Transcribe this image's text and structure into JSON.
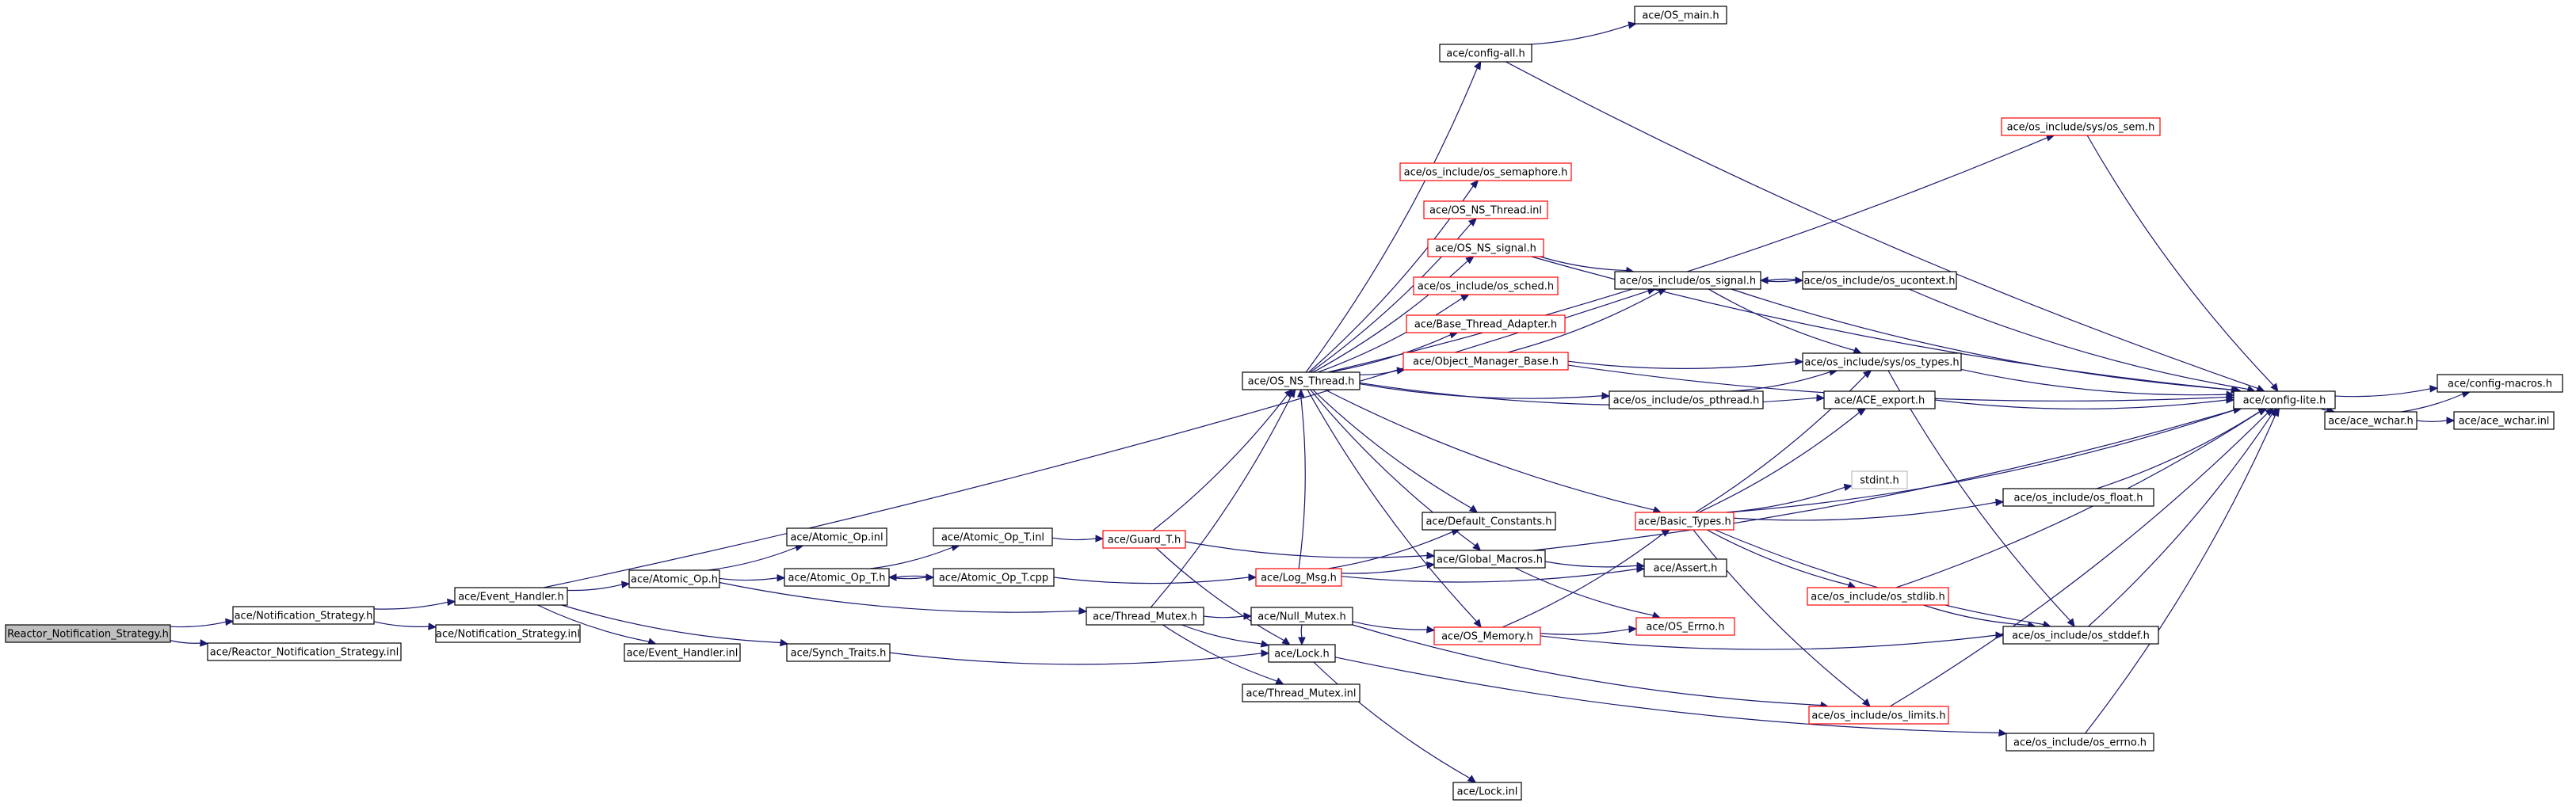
{
  "diagram": {
    "colors": {
      "edge": "#191970",
      "node_border_default": "#000000",
      "node_border_truncated": "#ff0000",
      "node_border_external": "#bfbfbf",
      "root_fill": "#bfbfbf",
      "background": "#ffffff"
    },
    "nodes": [
      {
        "id": "root",
        "label": "Reactor_Notification_Strategy.h",
        "style": "root"
      },
      {
        "id": "notif_strat_h",
        "label": "ace/Notification_Strategy.h",
        "style": "normal"
      },
      {
        "id": "reactor_notif_inl",
        "label": "ace/Reactor_Notification_Strategy.inl",
        "style": "normal"
      },
      {
        "id": "event_handler_h",
        "label": "ace/Event_Handler.h",
        "style": "normal"
      },
      {
        "id": "notif_strat_inl",
        "label": "ace/Notification_Strategy.inl",
        "style": "normal"
      },
      {
        "id": "atomic_op_h",
        "label": "ace/Atomic_Op.h",
        "style": "normal"
      },
      {
        "id": "event_handler_inl",
        "label": "ace/Event_Handler.inl",
        "style": "normal"
      },
      {
        "id": "synch_traits_h",
        "label": "ace/Synch_Traits.h",
        "style": "normal"
      },
      {
        "id": "atomic_op_inl",
        "label": "ace/Atomic_Op.inl",
        "style": "normal"
      },
      {
        "id": "atomic_op_t_h",
        "label": "ace/Atomic_Op_T.h",
        "style": "normal"
      },
      {
        "id": "atomic_op_t_inl",
        "label": "ace/Atomic_Op_T.inl",
        "style": "normal"
      },
      {
        "id": "atomic_op_t_cpp",
        "label": "ace/Atomic_Op_T.cpp",
        "style": "normal"
      },
      {
        "id": "guard_t_h",
        "label": "ace/Guard_T.h",
        "style": "red"
      },
      {
        "id": "log_msg_h",
        "label": "ace/Log_Msg.h",
        "style": "red"
      },
      {
        "id": "thread_mutex_h",
        "label": "ace/Thread_Mutex.h",
        "style": "normal"
      },
      {
        "id": "null_mutex_h",
        "label": "ace/Null_Mutex.h",
        "style": "normal"
      },
      {
        "id": "lock_h",
        "label": "ace/Lock.h",
        "style": "normal"
      },
      {
        "id": "thread_mutex_inl",
        "label": "ace/Thread_Mutex.inl",
        "style": "normal"
      },
      {
        "id": "lock_inl",
        "label": "ace/Lock.inl",
        "style": "normal"
      },
      {
        "id": "os_ns_thread_h",
        "label": "ace/OS_NS_Thread.h",
        "style": "normal"
      },
      {
        "id": "config_all_h",
        "label": "ace/config-all.h",
        "style": "normal"
      },
      {
        "id": "os_main_h",
        "label": "ace/OS_main.h",
        "style": "normal"
      },
      {
        "id": "os_semaphore_h",
        "label": "ace/os_include/os_semaphore.h",
        "style": "red"
      },
      {
        "id": "os_ns_thread_inl",
        "label": "ace/OS_NS_Thread.inl",
        "style": "red"
      },
      {
        "id": "os_ns_signal_h",
        "label": "ace/OS_NS_signal.h",
        "style": "red"
      },
      {
        "id": "os_sched_h",
        "label": "ace/os_include/os_sched.h",
        "style": "red"
      },
      {
        "id": "base_thread_adapter_h",
        "label": "ace/Base_Thread_Adapter.h",
        "style": "red"
      },
      {
        "id": "object_manager_base_h",
        "label": "ace/Object_Manager_Base.h",
        "style": "red"
      },
      {
        "id": "default_constants_h",
        "label": "ace/Default_Constants.h",
        "style": "normal"
      },
      {
        "id": "global_macros_h",
        "label": "ace/Global_Macros.h",
        "style": "normal"
      },
      {
        "id": "os_memory_h",
        "label": "ace/OS_Memory.h",
        "style": "red"
      },
      {
        "id": "os_sys_sem_h",
        "label": "ace/os_include/sys/os_sem.h",
        "style": "red"
      },
      {
        "id": "os_signal_h",
        "label": "ace/os_include/os_signal.h",
        "style": "normal"
      },
      {
        "id": "os_ucontext_h",
        "label": "ace/os_include/os_ucontext.h",
        "style": "normal"
      },
      {
        "id": "os_sys_types_h",
        "label": "ace/os_include/sys/os_types.h",
        "style": "normal"
      },
      {
        "id": "os_pthread_h",
        "label": "ace/os_include/os_pthread.h",
        "style": "normal"
      },
      {
        "id": "ace_export_h",
        "label": "ace/ACE_export.h",
        "style": "normal"
      },
      {
        "id": "stdint_h",
        "label": "stdint.h",
        "style": "grey"
      },
      {
        "id": "basic_types_h",
        "label": "ace/Basic_Types.h",
        "style": "red"
      },
      {
        "id": "assert_h",
        "label": "ace/Assert.h",
        "style": "normal"
      },
      {
        "id": "os_errno_h_upper",
        "label": "ace/OS_Errno.h",
        "style": "red"
      },
      {
        "id": "os_stdlib_h",
        "label": "ace/os_include/os_stdlib.h",
        "style": "red"
      },
      {
        "id": "os_limits_h",
        "label": "ace/os_include/os_limits.h",
        "style": "red"
      },
      {
        "id": "os_float_h",
        "label": "ace/os_include/os_float.h",
        "style": "normal"
      },
      {
        "id": "os_stddef_h",
        "label": "ace/os_include/os_stddef.h",
        "style": "normal"
      },
      {
        "id": "os_errno_h",
        "label": "ace/os_include/os_errno.h",
        "style": "normal"
      },
      {
        "id": "config_lite_h",
        "label": "ace/config-lite.h",
        "style": "normal"
      },
      {
        "id": "config_macros_h",
        "label": "ace/config-macros.h",
        "style": "normal"
      },
      {
        "id": "ace_wchar_h",
        "label": "ace/ace_wchar.h",
        "style": "normal"
      },
      {
        "id": "ace_wchar_inl",
        "label": "ace/ace_wchar.inl",
        "style": "normal"
      }
    ],
    "edges": [
      [
        "root",
        "notif_strat_h"
      ],
      [
        "root",
        "reactor_notif_inl"
      ],
      [
        "notif_strat_h",
        "event_handler_h"
      ],
      [
        "notif_strat_h",
        "notif_strat_inl"
      ],
      [
        "event_handler_h",
        "atomic_op_h"
      ],
      [
        "event_handler_h",
        "event_handler_inl"
      ],
      [
        "event_handler_h",
        "synch_traits_h"
      ],
      [
        "event_handler_h",
        "os_signal_h"
      ],
      [
        "atomic_op_h",
        "atomic_op_inl"
      ],
      [
        "atomic_op_h",
        "atomic_op_t_h"
      ],
      [
        "atomic_op_h",
        "thread_mutex_h"
      ],
      [
        "atomic_op_t_h",
        "atomic_op_t_inl"
      ],
      [
        "atomic_op_t_h",
        "atomic_op_t_cpp"
      ],
      [
        "atomic_op_t_cpp",
        "atomic_op_t_h"
      ],
      [
        "atomic_op_t_cpp",
        "log_msg_h"
      ],
      [
        "atomic_op_t_inl",
        "guard_t_h"
      ],
      [
        "guard_t_h",
        "os_ns_thread_h"
      ],
      [
        "guard_t_h",
        "global_macros_h"
      ],
      [
        "guard_t_h",
        "lock_h"
      ],
      [
        "synch_traits_h",
        "lock_h"
      ],
      [
        "thread_mutex_h",
        "os_ns_thread_h"
      ],
      [
        "thread_mutex_h",
        "null_mutex_h"
      ],
      [
        "thread_mutex_h",
        "lock_h"
      ],
      [
        "thread_mutex_h",
        "thread_mutex_inl"
      ],
      [
        "null_mutex_h",
        "os_memory_h"
      ],
      [
        "null_mutex_h",
        "lock_h"
      ],
      [
        "null_mutex_h",
        "os_limits_h"
      ],
      [
        "lock_h",
        "lock_inl"
      ],
      [
        "lock_h",
        "os_errno_h"
      ],
      [
        "log_msg_h",
        "os_ns_thread_h"
      ],
      [
        "log_msg_h",
        "default_constants_h"
      ],
      [
        "log_msg_h",
        "global_macros_h"
      ],
      [
        "log_msg_h",
        "assert_h"
      ],
      [
        "os_ns_thread_h",
        "config_all_h"
      ],
      [
        "os_ns_thread_h",
        "os_semaphore_h"
      ],
      [
        "os_ns_thread_h",
        "os_ns_thread_inl"
      ],
      [
        "os_ns_thread_h",
        "os_ns_signal_h"
      ],
      [
        "os_ns_thread_h",
        "os_sched_h"
      ],
      [
        "os_ns_thread_h",
        "base_thread_adapter_h"
      ],
      [
        "os_ns_thread_h",
        "object_manager_base_h"
      ],
      [
        "os_ns_thread_h",
        "os_pthread_h"
      ],
      [
        "os_ns_thread_h",
        "default_constants_h"
      ],
      [
        "os_ns_thread_h",
        "global_macros_h"
      ],
      [
        "os_ns_thread_h",
        "os_memory_h"
      ],
      [
        "os_ns_thread_h",
        "basic_types_h"
      ],
      [
        "os_ns_thread_h",
        "ace_export_h"
      ],
      [
        "os_ns_thread_h",
        "os_sys_sem_h"
      ],
      [
        "config_all_h",
        "os_main_h"
      ],
      [
        "config_all_h",
        "config_lite_h"
      ],
      [
        "os_sys_sem_h",
        "config_lite_h"
      ],
      [
        "os_ns_signal_h",
        "os_signal_h"
      ],
      [
        "os_ns_signal_h",
        "config_lite_h"
      ],
      [
        "os_signal_h",
        "os_ucontext_h"
      ],
      [
        "os_signal_h",
        "os_sys_types_h"
      ],
      [
        "os_signal_h",
        "config_lite_h"
      ],
      [
        "os_ucontext_h",
        "os_signal_h"
      ],
      [
        "os_ucontext_h",
        "config_lite_h"
      ],
      [
        "object_manager_base_h",
        "os_sys_types_h"
      ],
      [
        "object_manager_base_h",
        "os_signal_h"
      ],
      [
        "object_manager_base_h",
        "config_lite_h"
      ],
      [
        "os_pthread_h",
        "os_sys_types_h"
      ],
      [
        "os_sys_types_h",
        "config_lite_h"
      ],
      [
        "os_sys_types_h",
        "os_stddef_h"
      ],
      [
        "ace_export_h",
        "config_lite_h"
      ],
      [
        "global_macros_h",
        "config_lite_h"
      ],
      [
        "global_macros_h",
        "assert_h"
      ],
      [
        "global_macros_h",
        "os_errno_h_upper"
      ],
      [
        "os_memory_h",
        "basic_types_h"
      ],
      [
        "os_memory_h",
        "os_errno_h_upper"
      ],
      [
        "os_memory_h",
        "os_stddef_h"
      ],
      [
        "basic_types_h",
        "config_lite_h"
      ],
      [
        "basic_types_h",
        "os_sys_types_h"
      ],
      [
        "basic_types_h",
        "ace_export_h"
      ],
      [
        "basic_types_h",
        "stdint_h"
      ],
      [
        "basic_types_h",
        "os_float_h"
      ],
      [
        "basic_types_h",
        "os_stdlib_h"
      ],
      [
        "basic_types_h",
        "os_stddef_h"
      ],
      [
        "basic_types_h",
        "os_limits_h"
      ],
      [
        "os_stdlib_h",
        "os_stddef_h"
      ],
      [
        "os_stdlib_h",
        "config_lite_h"
      ],
      [
        "os_float_h",
        "config_lite_h"
      ],
      [
        "os_stddef_h",
        "config_lite_h"
      ],
      [
        "os_limits_h",
        "config_lite_h"
      ],
      [
        "os_errno_h",
        "config_lite_h"
      ],
      [
        "config_lite_h",
        "config_macros_h"
      ],
      [
        "config_lite_h",
        "ace_wchar_h"
      ],
      [
        "ace_wchar_h",
        "ace_wchar_inl"
      ],
      [
        "ace_wchar_h",
        "config_macros_h"
      ]
    ]
  }
}
